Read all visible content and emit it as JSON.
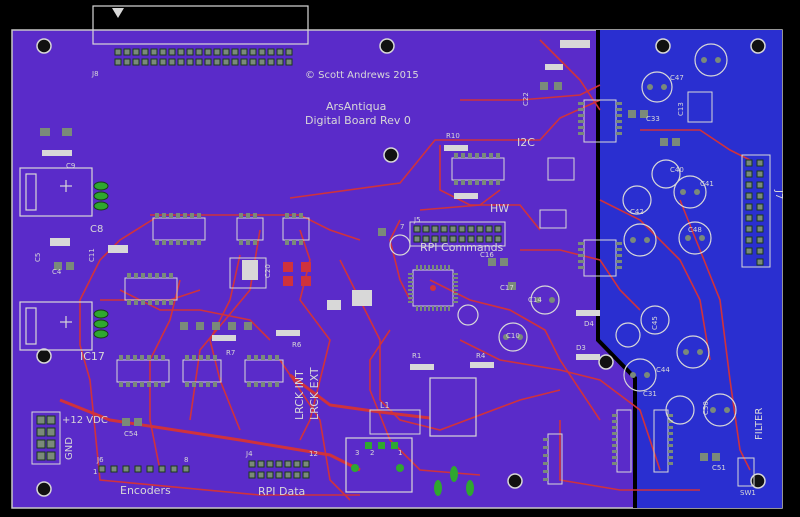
{
  "colors": {
    "background": "#000000",
    "board": "#5a2bc9",
    "board_right": "#2a2fd0",
    "trace": "#d0323c",
    "silk": "#d8d8d8",
    "pad": "#7a8a7a",
    "pad_hole": "#1a3a1a",
    "copper_green": "#2fa82f",
    "hole": "#111111"
  },
  "labels": {
    "copyright": "© Scott Andrews 2015",
    "title_line1": "ArsAntiqua",
    "title_line2": "Digital Board Rev 0",
    "rpi_commands": "RPI Commands",
    "rpi_data": "RPI Data",
    "encoders": "Encoders",
    "i2c": "I2C",
    "hw": "HW",
    "lrck_int": "LRCK INT",
    "lrck_ext": "LRCK EXT",
    "vdc": "+12 VDC",
    "gnd": "GND",
    "filter": "FILTER",
    "ic17": "IC17",
    "c8": "C8",
    "j7": "J7",
    "j8": "J8",
    "j4": "J4",
    "j6": "J6",
    "j5": "J5",
    "num_12": "12",
    "num_8": "8",
    "num_1": "1",
    "num_2": "2",
    "num_3": "3",
    "num_7": "7",
    "c9": "C9",
    "c54": "C54",
    "c51": "C51",
    "sw1": "SW1",
    "c40": "C40",
    "c41": "C41",
    "c42": "C42",
    "c47": "C47",
    "c48": "C48",
    "c44": "C44",
    "c31": "C31",
    "c45": "C45",
    "c50": "C50",
    "c14": "C14",
    "c17": "C17",
    "c10": "C10",
    "r1": "R1",
    "r4": "R4",
    "r6": "R6",
    "r7": "R7",
    "r10": "R10",
    "l1": "L1",
    "d3": "D3",
    "d4": "D4",
    "c5": "C5",
    "c4": "C4",
    "c11": "C11",
    "c20": "C20",
    "c16": "C16",
    "c22": "C22",
    "c33": "C33",
    "c13": "C13"
  }
}
